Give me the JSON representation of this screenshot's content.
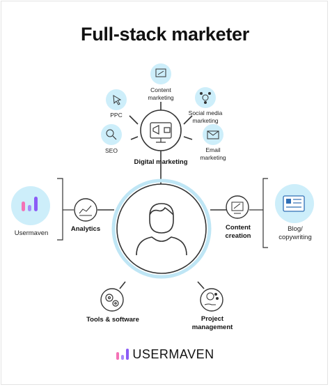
{
  "title": "Full-stack marketer",
  "digital_marketing": {
    "label": "Digital marketing",
    "items": [
      {
        "key": "content",
        "label": "Content\nmarketing"
      },
      {
        "key": "ppc",
        "label": "PPC"
      },
      {
        "key": "social",
        "label": "Social media\nmarketing"
      },
      {
        "key": "seo",
        "label": "SEO"
      },
      {
        "key": "email",
        "label": "Email\nmarketing"
      }
    ]
  },
  "skills": {
    "analytics": "Analytics",
    "content_creation": "Content\ncreation",
    "tools": "Tools & software",
    "project": "Project\nmanagement"
  },
  "examples": {
    "usermaven": "Usermaven",
    "blog": "Blog/\ncopywriting"
  },
  "brand": "USERMAVEN",
  "colors": {
    "bubble": "#cdeefa",
    "ring": "#bfe6f5",
    "stroke": "#333333",
    "brand_purple": "#8b5cf6",
    "brand_pink": "#f472b6"
  }
}
